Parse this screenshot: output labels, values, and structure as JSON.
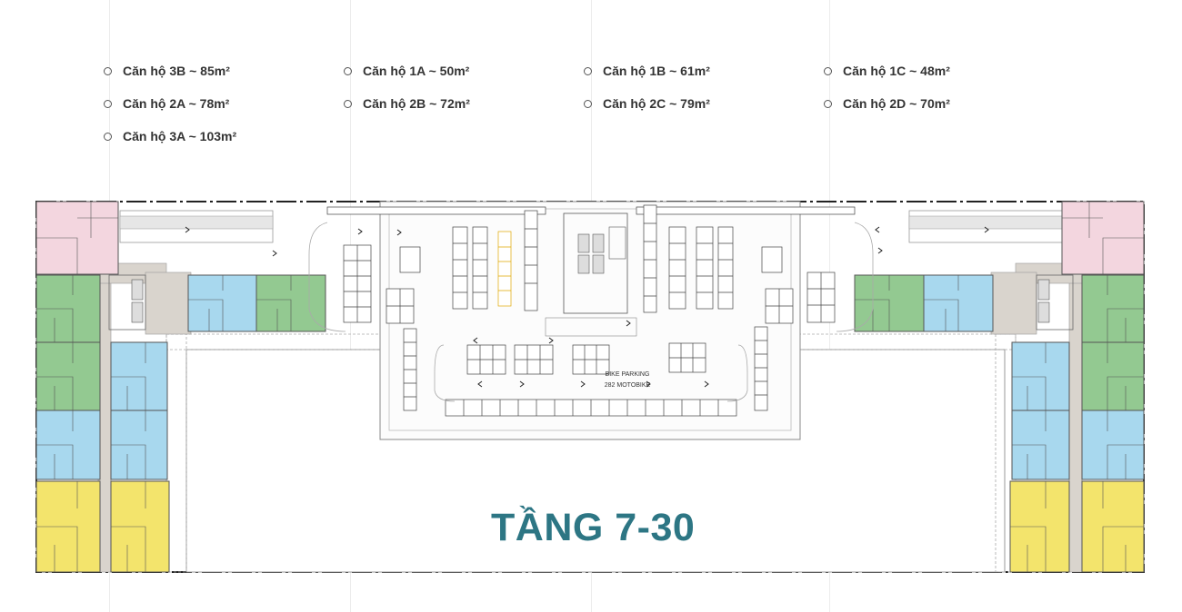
{
  "legend": [
    {
      "label": "Căn hộ 3B ~ 85m²"
    },
    {
      "label": "Căn hộ 1A ~ 50m²"
    },
    {
      "label": "Căn hộ 1B ~ 61m²"
    },
    {
      "label": "Căn hộ 1C ~ 48m²"
    },
    {
      "label": "Căn hộ 2A ~ 78m²"
    },
    {
      "label": "Căn hộ 2B ~ 72m²"
    },
    {
      "label": "Căn hộ 2C ~ 79m²"
    },
    {
      "label": "Căn hộ 2D ~ 70m²"
    },
    {
      "label": "Căn hộ 3A ~ 103m²"
    }
  ],
  "plan": {
    "parking_label": "BIKE PARKING",
    "parking_count": "282 MOTOBIKE"
  },
  "floor_title": "TẦNG 7-30",
  "colors": {
    "pink": "#f3d6df",
    "green": "#93c991",
    "blue": "#a8d8ee",
    "yellow": "#f3e46c",
    "title": "#2d7684"
  }
}
